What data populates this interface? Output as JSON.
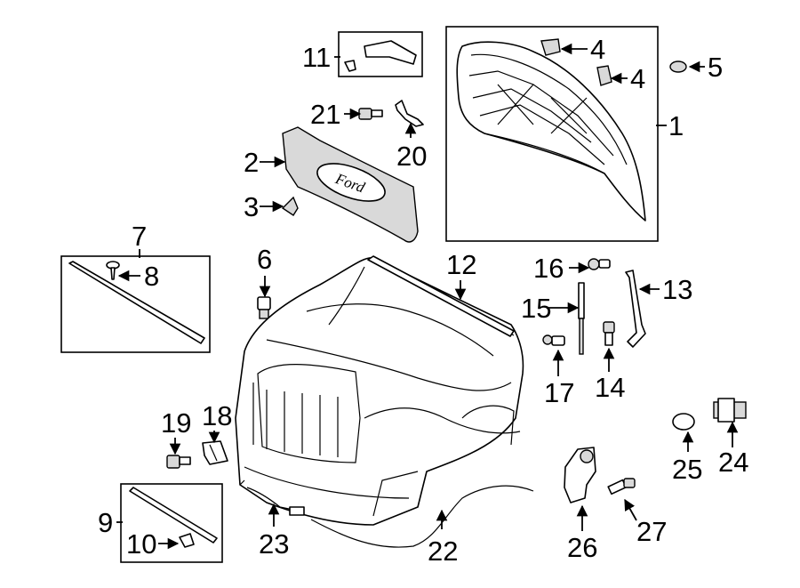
{
  "callouts": {
    "c1": "1",
    "c2": "2",
    "c3": "3",
    "c4a": "4",
    "c4b": "4",
    "c5": "5",
    "c6": "6",
    "c7": "7",
    "c8": "8",
    "c9": "9",
    "c10": "10",
    "c11": "11",
    "c12": "12",
    "c13": "13",
    "c14": "14",
    "c15": "15",
    "c16": "16",
    "c17": "17",
    "c18": "18",
    "c19": "19",
    "c20": "20",
    "c21": "21",
    "c22": "22",
    "c23": "23",
    "c24": "24",
    "c25": "25",
    "c26": "26",
    "c27": "27"
  },
  "logo_text": "Ford",
  "colors": {
    "line": "#000000",
    "background": "#ffffff",
    "shade": "#d9d9d9"
  }
}
